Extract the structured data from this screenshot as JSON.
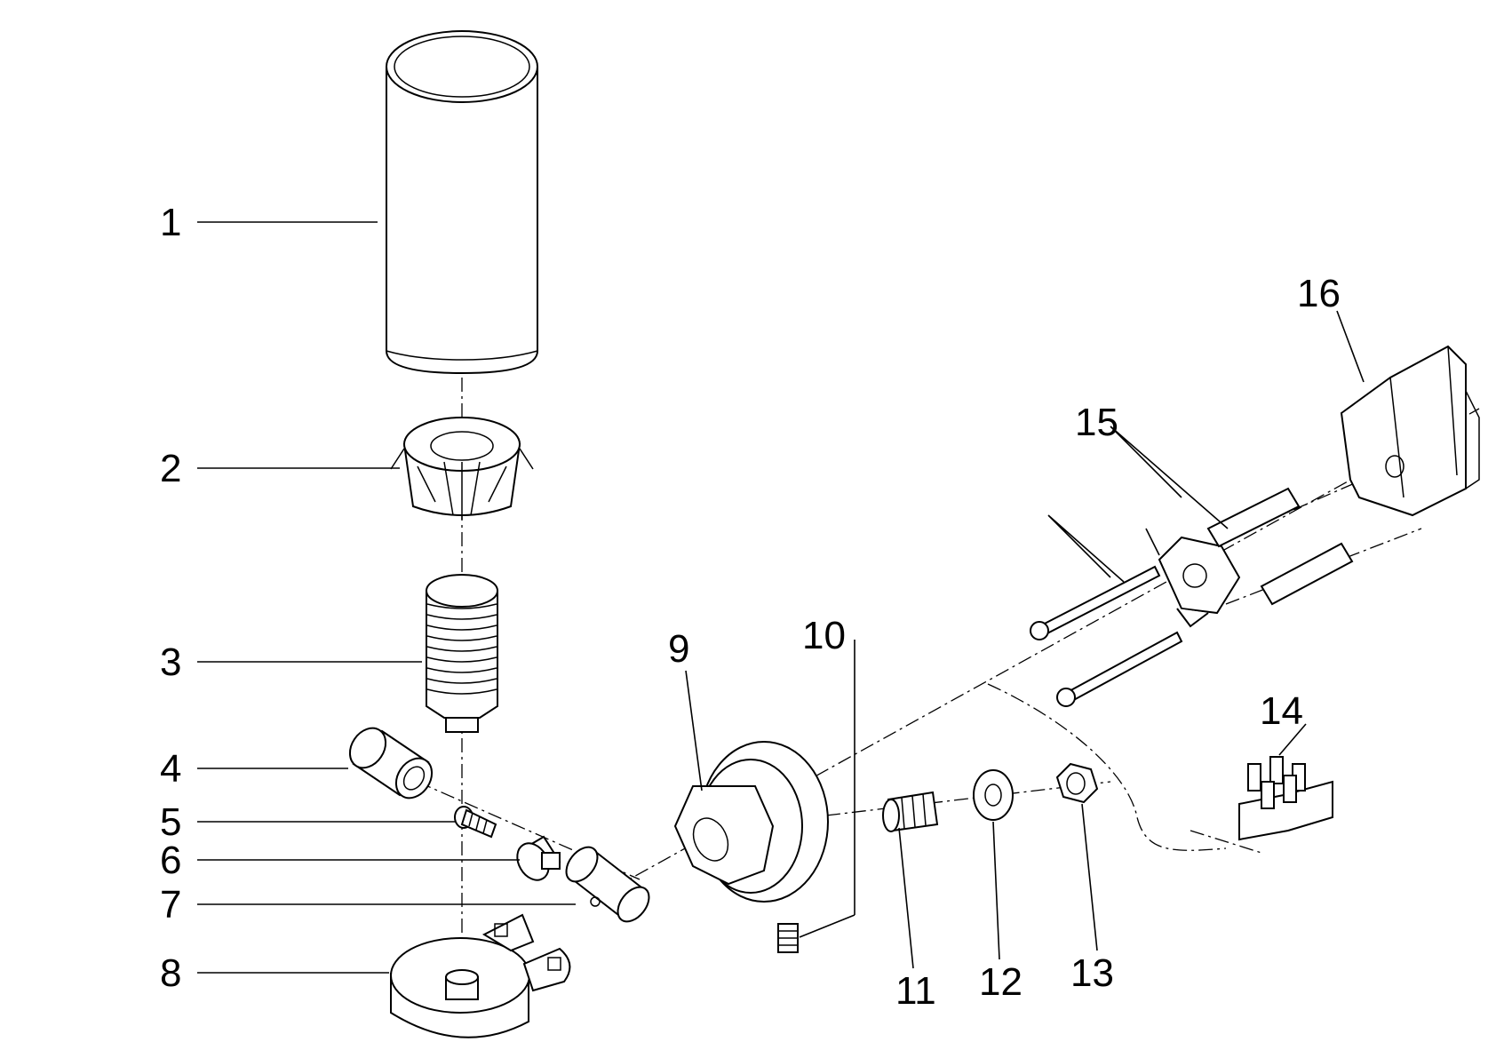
{
  "diagram": {
    "callouts": [
      {
        "id": "1",
        "label": "1"
      },
      {
        "id": "2",
        "label": "2"
      },
      {
        "id": "3",
        "label": "3"
      },
      {
        "id": "4",
        "label": "4"
      },
      {
        "id": "5",
        "label": "5"
      },
      {
        "id": "6",
        "label": "6"
      },
      {
        "id": "7",
        "label": "7"
      },
      {
        "id": "8",
        "label": "8"
      },
      {
        "id": "9",
        "label": "9"
      },
      {
        "id": "10",
        "label": "10"
      },
      {
        "id": "11",
        "label": "11"
      },
      {
        "id": "12",
        "label": "12"
      },
      {
        "id": "13",
        "label": "13"
      },
      {
        "id": "14",
        "label": "14"
      },
      {
        "id": "15",
        "label": "15"
      },
      {
        "id": "16",
        "label": "16"
      }
    ],
    "colors": {
      "ink": "#000000",
      "background": "#ffffff"
    }
  }
}
